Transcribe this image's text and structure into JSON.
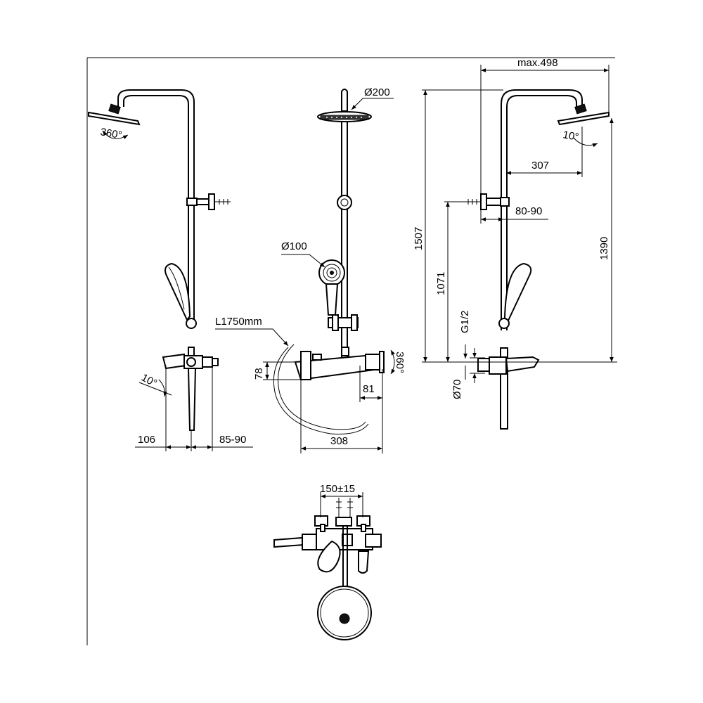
{
  "dimensions": {
    "max_width": "max.498",
    "head_diameter": "Ø200",
    "head_projection": "307",
    "head_tilt_right": "10°",
    "wall_bracket": "80-90",
    "total_height": "1507",
    "head_height": "1390",
    "outlet_height": "1071",
    "connection": "G1/2",
    "rosette_diameter": "Ø70",
    "hand_shower_diameter": "Ø100",
    "hose_length": "L1750mm",
    "rotation_head": "360°",
    "rotation_spout": "360°",
    "mixer_height": "78",
    "handle_projection": "81",
    "mixer_length": "308",
    "spout_tilt": "10°",
    "spout_projection": "106",
    "mixer_wall_distance": "85-90",
    "centre_distance": "150±15"
  }
}
